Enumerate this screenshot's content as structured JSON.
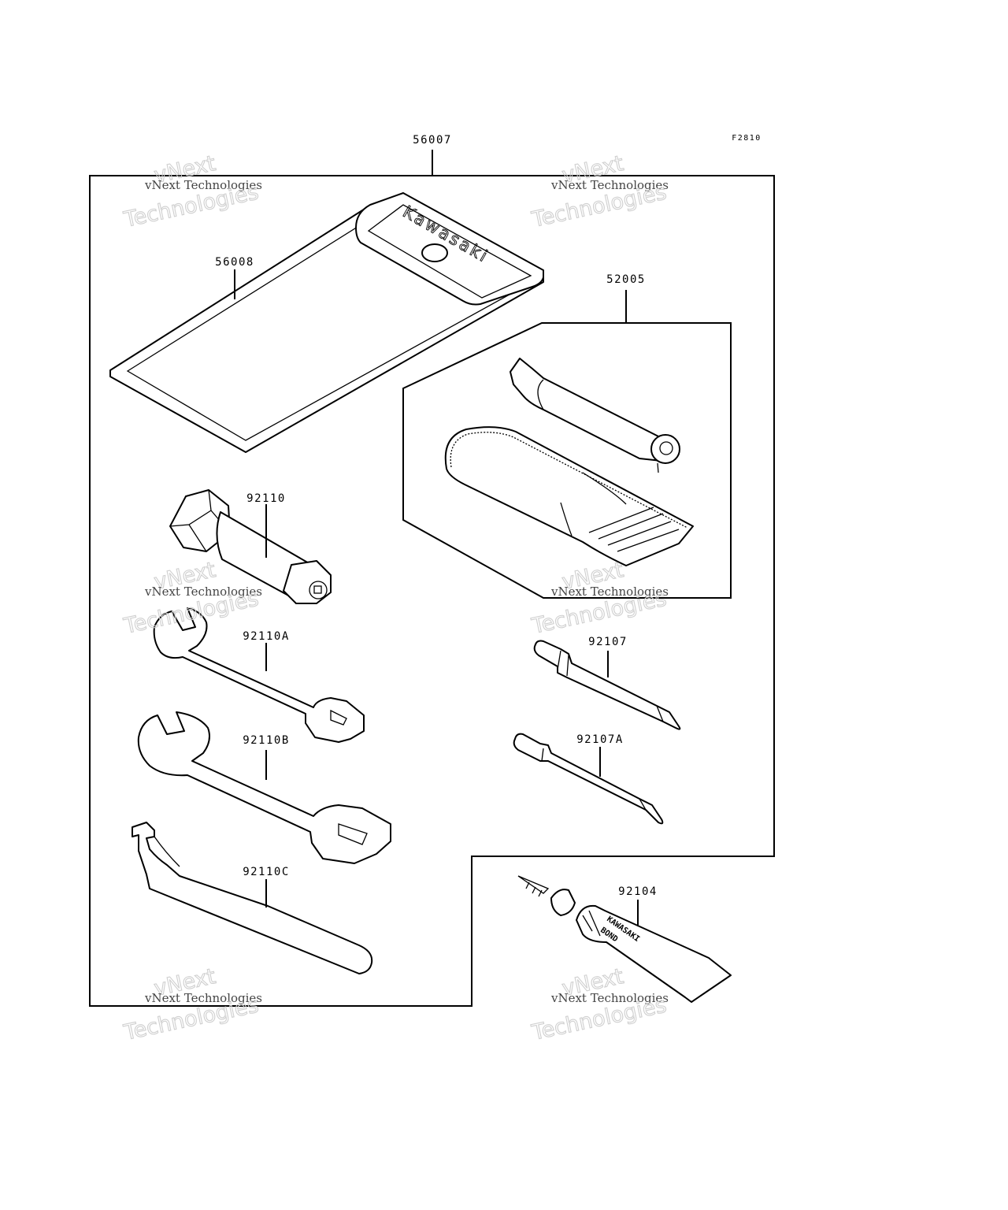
{
  "diagram": {
    "figure_code": "F2810",
    "parts": {
      "tool_kit": "56007",
      "tool_bag": "56008",
      "tire_repair_kit": "52005",
      "plug_wrench": "92110",
      "wrench_a": "92110A",
      "wrench_b": "92110B",
      "wrench_c": "92110C",
      "screwdriver": "92107",
      "screwdriver_a": "92107A",
      "bond_tube": "92104"
    },
    "bag_brand": "Kawasaki",
    "tube_text_line1": "KAWASAKI",
    "tube_text_line2": "BOND"
  },
  "watermark": {
    "line1": "vNext",
    "line2": "vNext Technologies",
    "line3": "Technologies"
  }
}
